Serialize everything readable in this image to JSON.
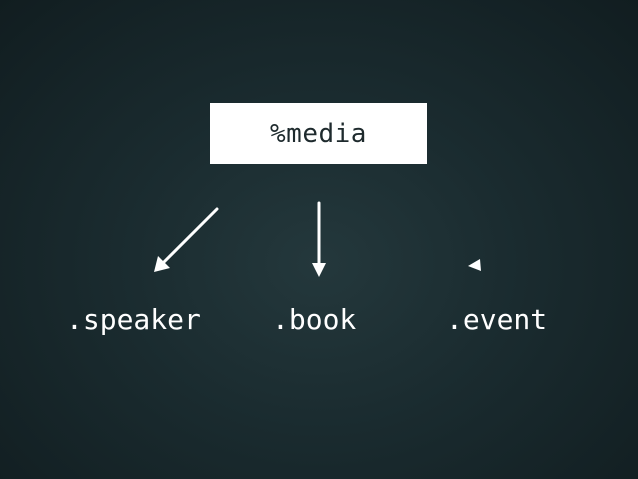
{
  "diagram": {
    "root": {
      "label": "%media"
    },
    "children": [
      {
        "id": "speaker",
        "label": ".speaker"
      },
      {
        "id": "book",
        "label": ".book"
      },
      {
        "id": "event",
        "label": ".event"
      }
    ],
    "colors": {
      "background": "#1a2b2f",
      "box_fill": "#ffffff",
      "box_text": "#1e2a2d",
      "text": "#ffffff",
      "arrow": "#ffffff"
    }
  }
}
